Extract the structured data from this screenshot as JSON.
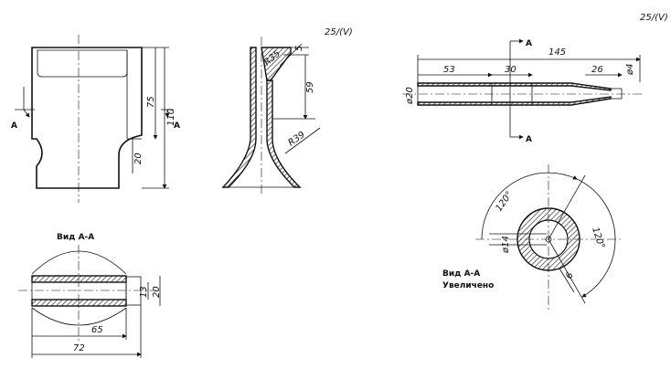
{
  "drawing": {
    "roughness_left": "25/(V)",
    "roughness_right": "25/(V)",
    "section_marker": "A",
    "view_aa_label": "Вид А-А",
    "view_aa_label2": "Вид А-А",
    "view_aa_enlarged": "Увеличено",
    "dims": {
      "d75": "75",
      "d110": "110",
      "d20_tab": "20",
      "d5": "5",
      "d59": "59",
      "r39": "R39",
      "r35": "R35",
      "d13": "13",
      "d20_view": "20",
      "d65": "65",
      "d72": "72",
      "d145": "145",
      "d53": "53",
      "d30": "30",
      "d26": "26",
      "dia20": "ø20",
      "dia4": "ø4",
      "a120_1": "120°",
      "a120_2": "120°",
      "dia14": "ø14",
      "d6": "6"
    }
  }
}
